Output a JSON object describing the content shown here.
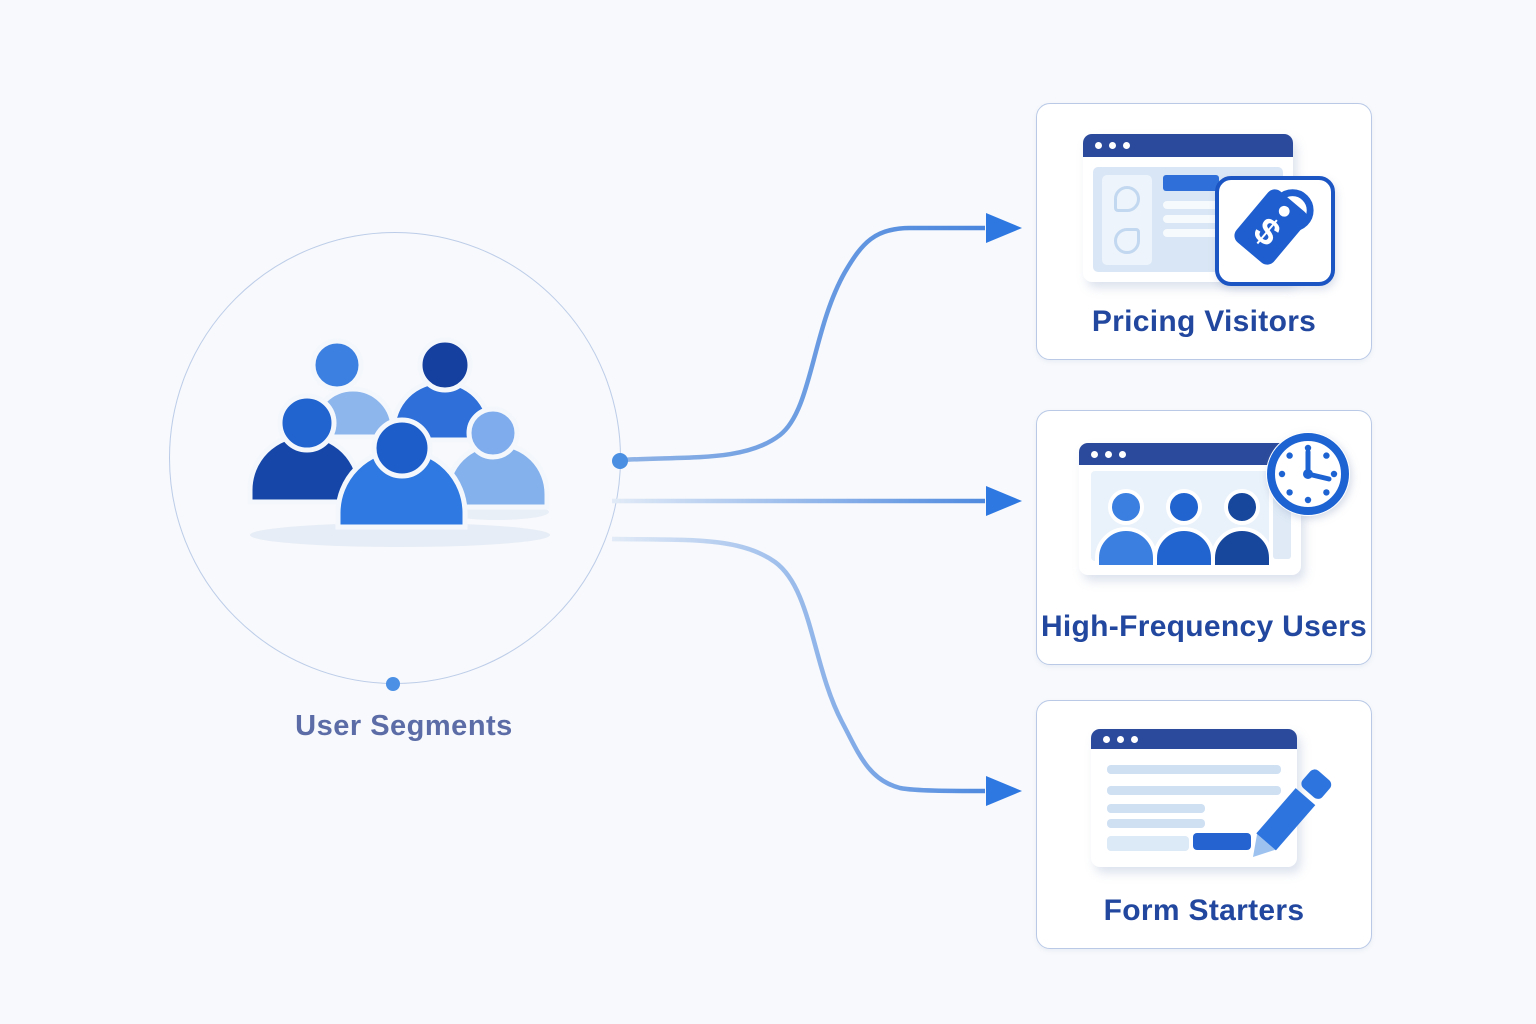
{
  "hub": {
    "label": "User Segments",
    "icon": "users-group-icon"
  },
  "cards": [
    {
      "id": "pricing-visitors",
      "label": "Pricing Visitors",
      "icon": "price-tag-icon",
      "illustration": "browser-with-price-tag"
    },
    {
      "id": "high-frequency-users",
      "label": "High-Frequency Users",
      "icon": "clock-icon",
      "illustration": "browser-with-users-and-clock"
    },
    {
      "id": "form-starters",
      "label": "Form Starters",
      "icon": "pencil-icon",
      "illustration": "browser-form-with-pencil"
    }
  ],
  "colors": {
    "background": "#f7f9fc",
    "accent_blue": "#2e78e2",
    "titlebar_navy": "#2b4a9b",
    "card_title_text": "#21479e",
    "hub_label_text": "#5b6ca6",
    "connector_blue": "#4583dd",
    "card_border": "#b9c9e6",
    "circle_outline": "#bccce8",
    "tag_blue": "#1e5ecf",
    "people_palette": [
      "#3c80e1",
      "#16409f",
      "#2163cf",
      "#1c5dca",
      "#7facec"
    ]
  }
}
